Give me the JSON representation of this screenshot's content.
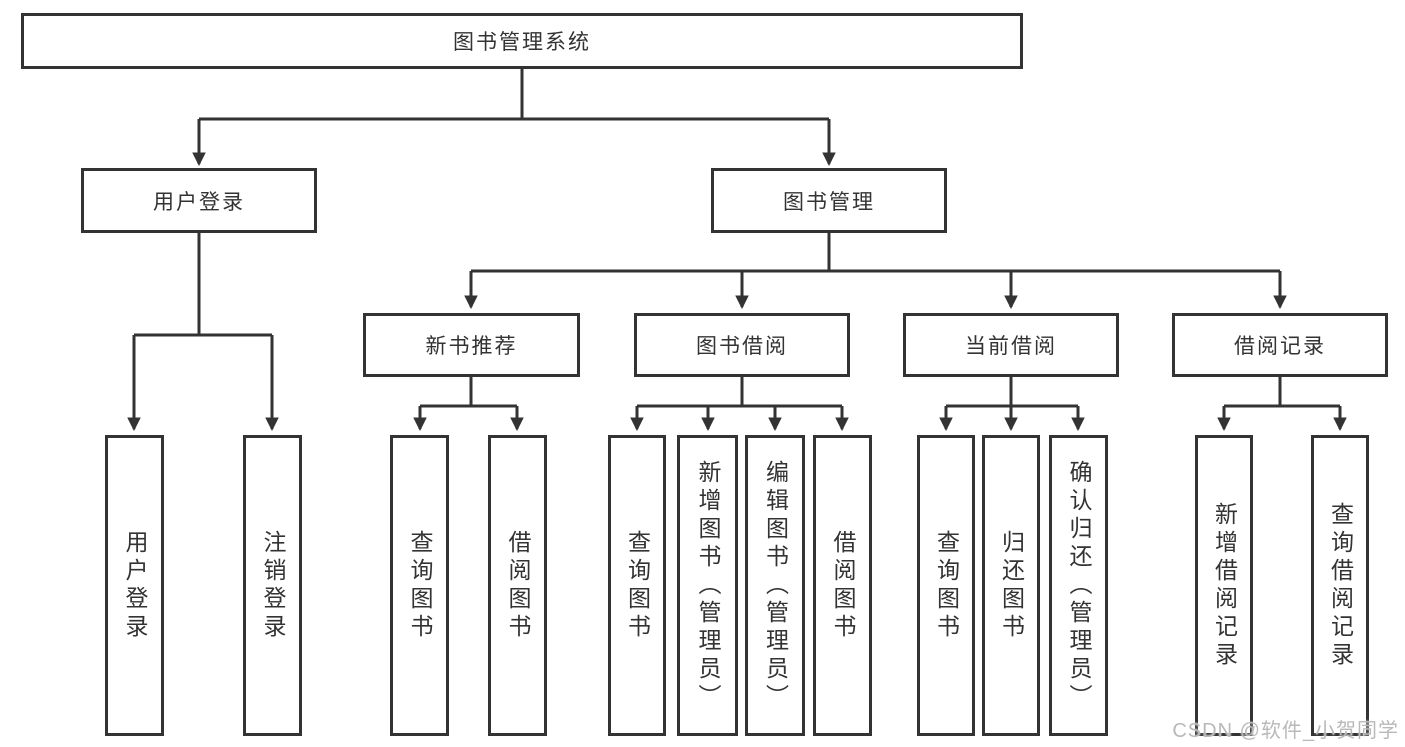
{
  "root": {
    "label": "图书管理系统"
  },
  "branches": [
    {
      "label": "用户登录",
      "children": [
        "用户登录",
        "注销登录"
      ]
    },
    {
      "label": "图书管理",
      "children": [
        {
          "label": "新书推荐",
          "children": [
            "查询图书",
            "借阅图书"
          ]
        },
        {
          "label": "图书借阅",
          "children": [
            "查询图书",
            "新增图书（管理员）",
            "编辑图书（管理员）",
            "借阅图书"
          ]
        },
        {
          "label": "当前借阅",
          "children": [
            "查询图书",
            "归还图书",
            "确认归还（管理员）"
          ]
        },
        {
          "label": "借阅记录",
          "children": [
            "新增借阅记录",
            "查询借阅记录"
          ]
        }
      ]
    }
  ],
  "watermark": {
    "text": "CSDN @软件_小贺同学"
  },
  "colors": {
    "line": "#333333",
    "box_border": "#333333",
    "text": "#333333",
    "watermark": "#b9b9b9",
    "background": "#ffffff"
  }
}
